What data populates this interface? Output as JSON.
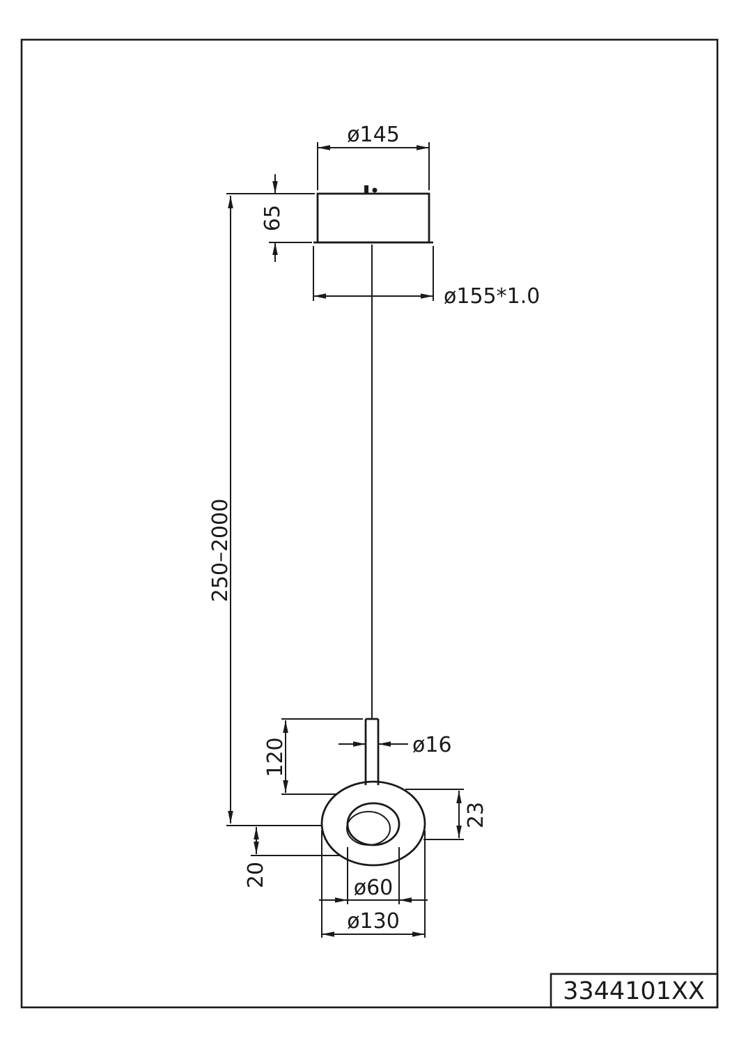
{
  "drawing": {
    "part_number": "3344101XX",
    "dims": {
      "canopy_diameter": "ø145",
      "canopy_height": "65",
      "ceiling_plate": "ø155*1.0",
      "suspension_range": "250–2000",
      "stem_length": "120",
      "stem_diameter": "ø16",
      "head_height": "23",
      "head_bottom_offset": "20",
      "head_inner_diameter": "ø60",
      "head_outer_diameter": "ø130"
    },
    "colors": {
      "line": "#1a1a1a",
      "background": "#ffffff"
    }
  }
}
